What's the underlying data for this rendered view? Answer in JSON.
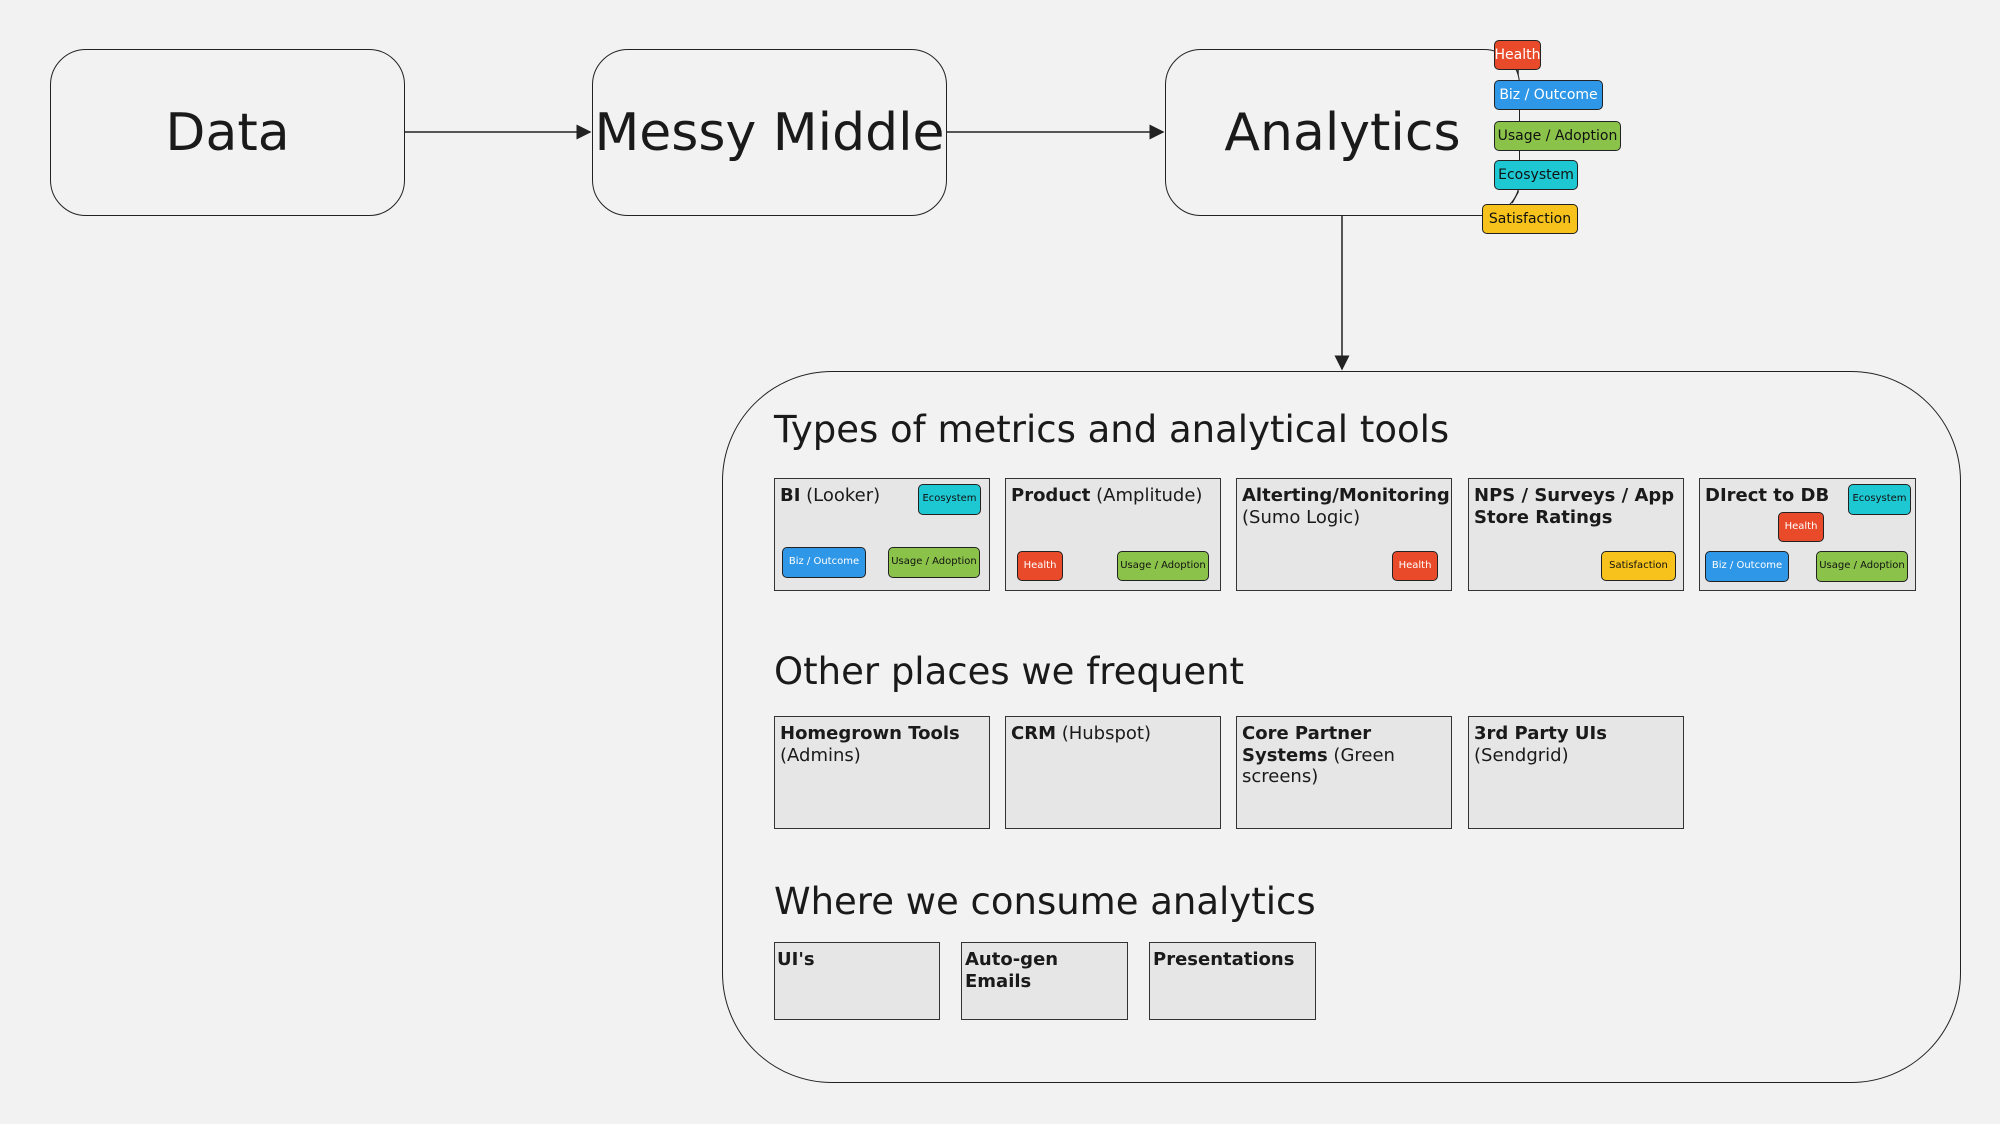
{
  "flow": {
    "data": "Data",
    "messy_middle": "Messy Middle",
    "analytics": "Analytics"
  },
  "analytics_tags": {
    "health": "Health",
    "biz": "Biz / Outcome",
    "usage": "Usage / Adoption",
    "ecosystem": "Ecosystem",
    "satisfaction": "Satisfaction"
  },
  "sections": {
    "metrics_title": "Types of metrics and analytical tools",
    "places_title": "Other places we frequent",
    "consume_title": "Where we consume analytics"
  },
  "metrics_cards": [
    {
      "bold": "BI",
      "rest": " (Looker)",
      "tags": {
        "ecosystem": "Ecosystem",
        "biz": "Biz / Outcome",
        "usage": "Usage / Adoption"
      }
    },
    {
      "bold": "Product",
      "rest": " (Amplitude)",
      "tags": {
        "health": "Health",
        "usage": "Usage / Adoption"
      }
    },
    {
      "bold": "Alterting/Monitoring",
      "rest": " (Sumo Logic)",
      "tags": {
        "health": "Health"
      }
    },
    {
      "bold": "NPS / Surveys / App Store Ratings",
      "rest": "",
      "tags": {
        "satisfaction": "Satisfaction"
      }
    },
    {
      "bold": "DIrect to DB",
      "rest": "",
      "tags": {
        "ecosystem": "Ecosystem",
        "health": "Health",
        "biz": "Biz / Outcome",
        "usage": "Usage / Adoption"
      }
    }
  ],
  "places_cards": [
    {
      "bold": "Homegrown Tools",
      "rest": " (Admins)"
    },
    {
      "bold": "CRM",
      "rest": " (Hubspot)"
    },
    {
      "bold": "Core Partner Systems",
      "rest": " (Green screens)"
    },
    {
      "bold": "3rd Party UIs",
      "rest": " (Sendgrid)"
    }
  ],
  "consume_cards": [
    {
      "bold": "UI's"
    },
    {
      "bold": "Auto-gen Emails"
    },
    {
      "bold": "Presentations"
    }
  ],
  "colors": {
    "health": "#e84a2a",
    "biz": "#2f97e8",
    "usage": "#8bc34a",
    "ecosystem": "#1ec8d2",
    "satisfaction": "#f6c21b"
  }
}
